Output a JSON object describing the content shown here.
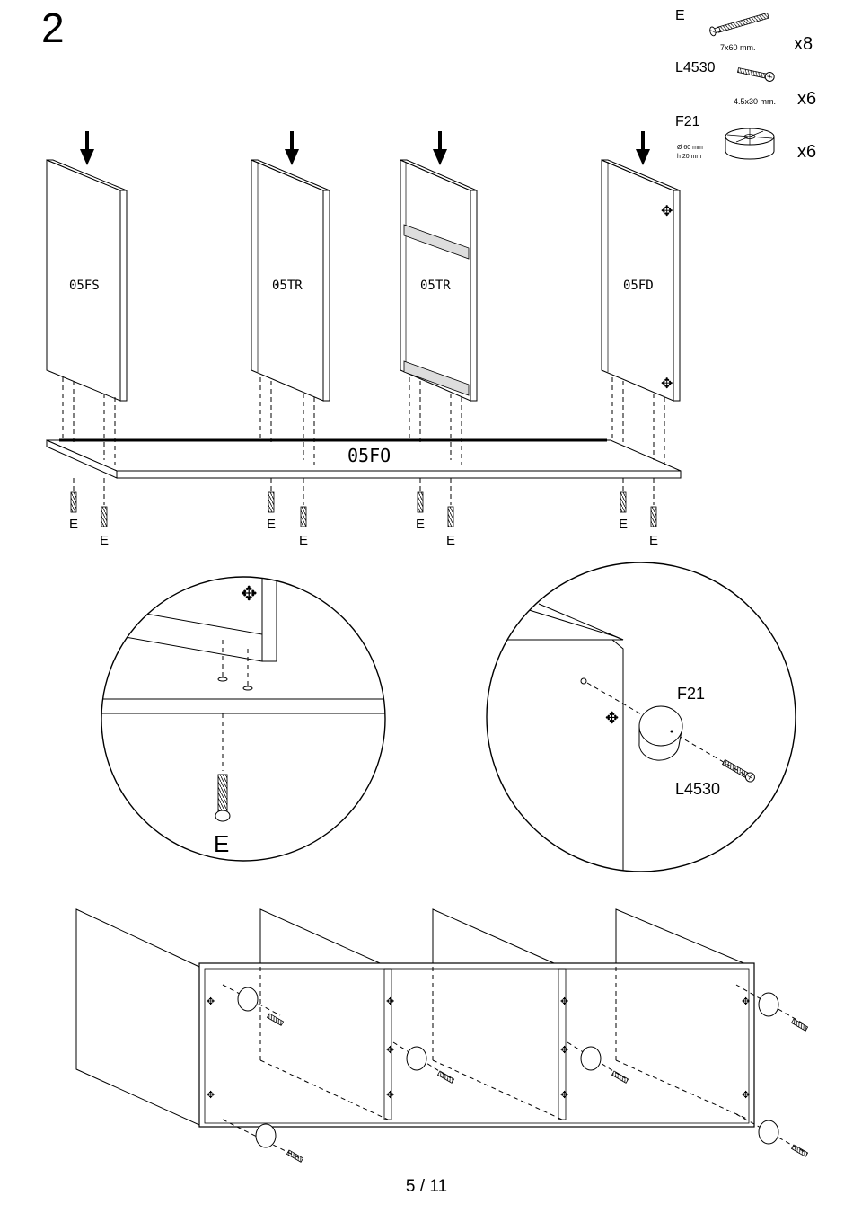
{
  "step": {
    "number": "2"
  },
  "parts_list": [
    {
      "code": "E",
      "size": "7x60 mm.",
      "qty": "x8",
      "icon": "screw-icon"
    },
    {
      "code": "L4530",
      "size": "4.5x30 mm.",
      "qty": "x6",
      "icon": "short-screw-icon"
    },
    {
      "code": "F21",
      "size_line1": "Ø 60 mm",
      "size_line2": "h 20 mm",
      "qty": "x6",
      "icon": "foot-pad-icon"
    }
  ],
  "panels": [
    "05FS",
    "05TR",
    "05TR",
    "05FD"
  ],
  "board": "05FO",
  "screw_label": "E",
  "detail_left": {
    "label": "E"
  },
  "detail_right": {
    "foot_label": "F21",
    "screw_label": "L4530"
  },
  "footer": {
    "page": "5 / 11"
  }
}
